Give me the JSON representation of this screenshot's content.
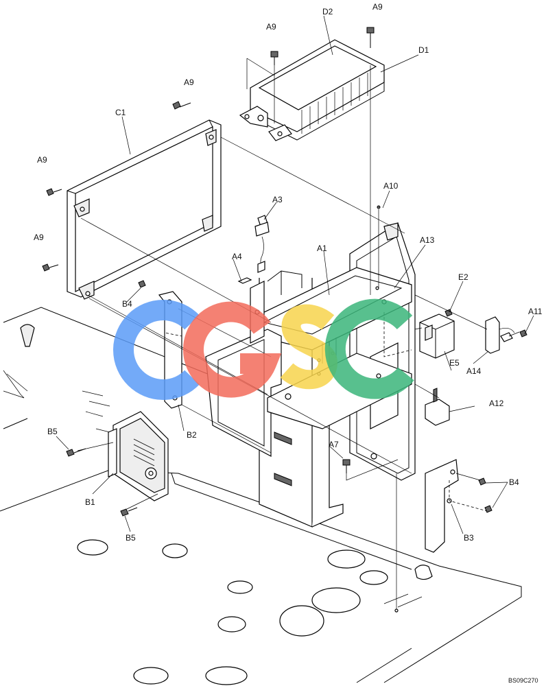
{
  "diagram": {
    "reference_code": "BS09C270",
    "callouts": [
      "A1",
      "A3",
      "A4",
      "A7",
      "A9",
      "A9",
      "A9",
      "A9",
      "A9",
      "A10",
      "A11",
      "A12",
      "A13",
      "A14",
      "B1",
      "B2",
      "B3",
      "B4",
      "B4",
      "B5",
      "B5",
      "C1",
      "D1",
      "D2",
      "E2",
      "E5"
    ]
  },
  "watermark": {
    "letters": [
      "C",
      "G",
      "S",
      "C"
    ],
    "colors": [
      "#5b9bf7",
      "#f26b5b",
      "#f7d44c",
      "#3bb57a"
    ]
  }
}
